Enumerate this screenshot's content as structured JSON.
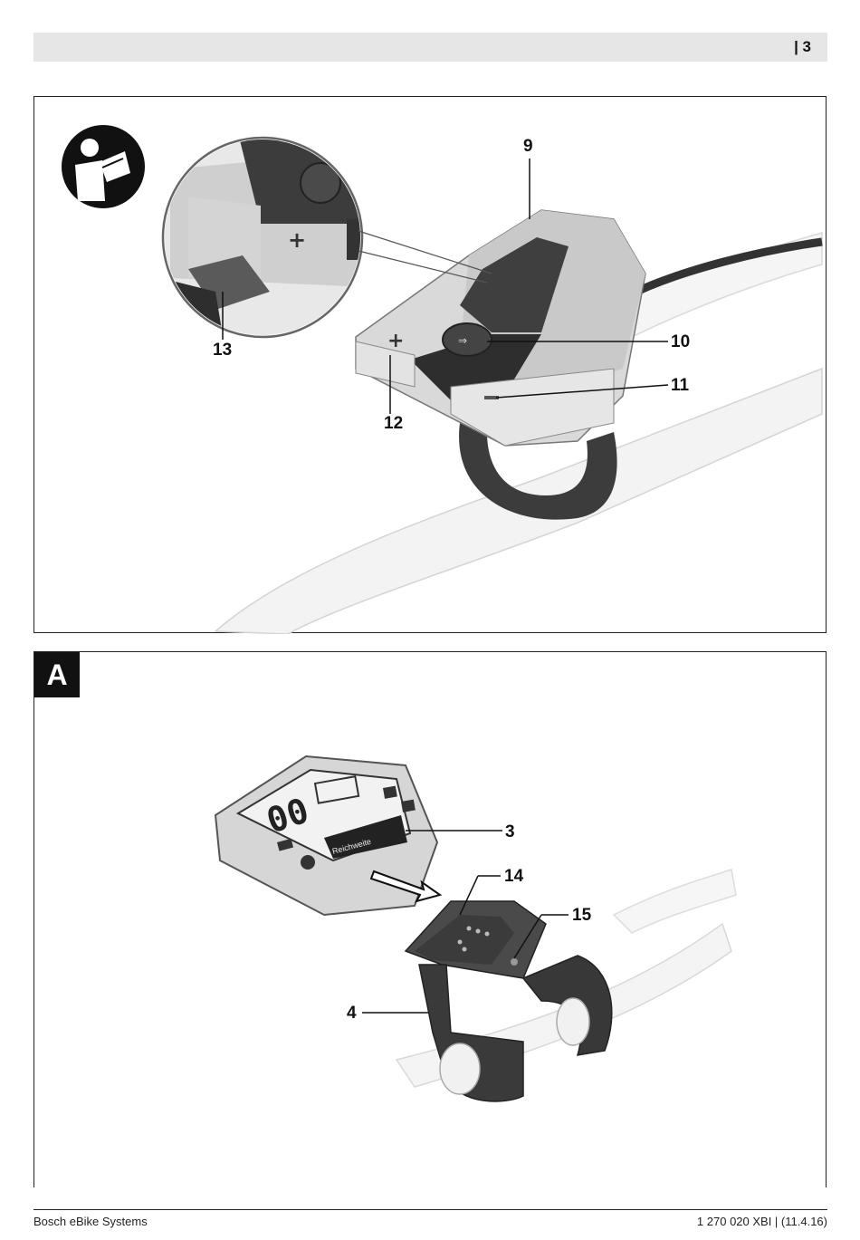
{
  "header": {
    "page_number": "| 3"
  },
  "figure_top": {
    "callouts": {
      "c9": "9",
      "c10": "10",
      "c11": "11",
      "c12": "12",
      "c13": "13"
    }
  },
  "figure_a": {
    "label": "A",
    "callouts": {
      "c3": "3",
      "c4": "4",
      "c14": "14",
      "c15": "15"
    },
    "display_screen_text": "Reichweite"
  },
  "footer": {
    "left": "Bosch eBike Systems",
    "right": "1 270 020 XBI | (11.4.16)"
  }
}
